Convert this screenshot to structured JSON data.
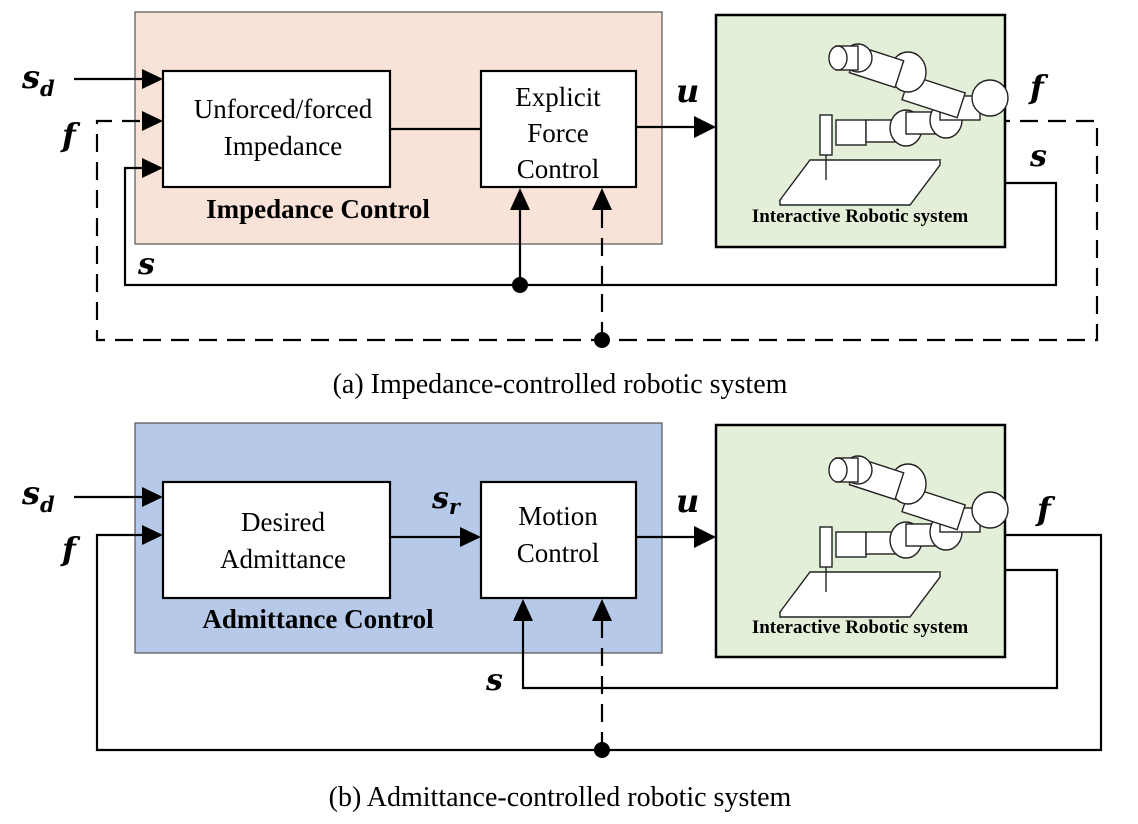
{
  "panel_a": {
    "region_title": "Impedance Control",
    "block1_line1": "Unforced/forced",
    "block1_line2": "Impedance",
    "block2_line1": "Explicit",
    "block2_line2": "Force",
    "block2_line3": "Control",
    "system_label": "Interactive Robotic system",
    "caption": "(a) Impedance-controlled robotic system",
    "colors": {
      "region": "#f9e3d8",
      "system": "#e3efd9"
    }
  },
  "panel_b": {
    "region_title": "Admittance Control",
    "block1_line1": "Desired",
    "block1_line2": "Admittance",
    "block2_line1": "Motion",
    "block2_line2": "Control",
    "system_label": "Interactive Robotic system",
    "caption": "(b) Admittance-controlled robotic system",
    "colors": {
      "region": "#b7c9e8",
      "system": "#e3efd9"
    }
  },
  "symbols": {
    "s": "s",
    "f": "f",
    "u": "u",
    "d": "d",
    "r": "r"
  }
}
